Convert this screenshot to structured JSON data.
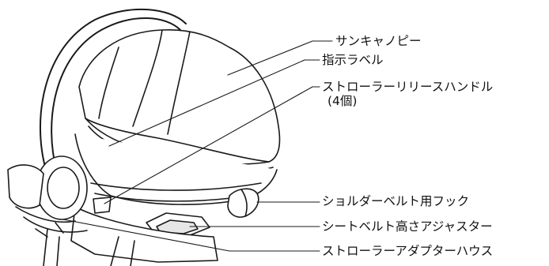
{
  "labels": {
    "canopy": "サンキャノピー",
    "indicator_label": "指示ラベル",
    "stroller_release_handle": "ストローラーリリースハンドル",
    "stroller_release_handle_count": "(4個)",
    "shoulder_belt_hook": "ショルダーベルト用フック",
    "seat_belt_height_adjuster": "シートベルト高さアジャスター",
    "stroller_adapter_housing": "ストローラーアダプターハウス"
  },
  "colors": {
    "line": "#1a1a1a",
    "fill": "#ffffff",
    "shade": "#e6e6e6"
  }
}
